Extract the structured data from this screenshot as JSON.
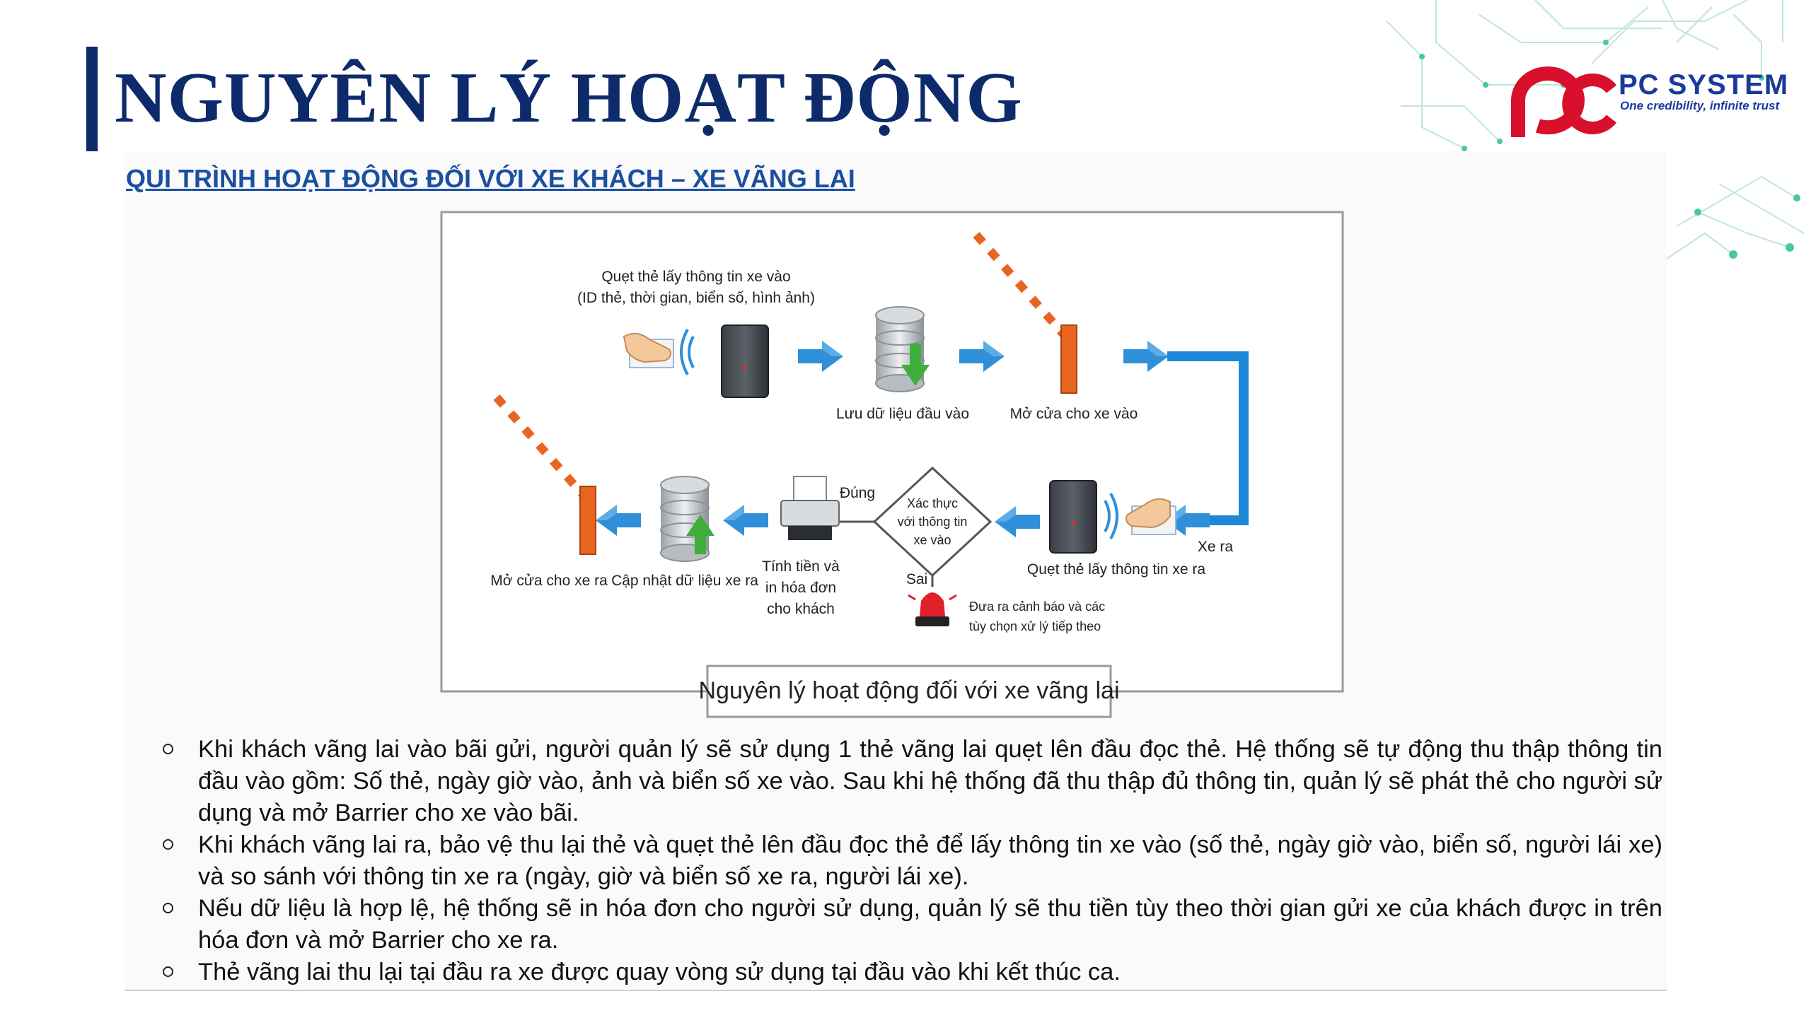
{
  "page": {
    "title": "NGUYÊN LÝ HOẠT ĐỘNG",
    "subtitle": "QUI TRÌNH HOẠT ĐỘNG ĐỐI VỚI XE KHÁCH – XE VÃNG LAI"
  },
  "logo": {
    "name": "PC SYSTEM",
    "tagline": "One credibility, infinite trust",
    "colors": {
      "mark": "#d8102c",
      "text": "#1a3a9c"
    }
  },
  "diagram": {
    "caption": "Nguyên lý hoạt động đối với xe vãng lai",
    "steps": {
      "swipe_in_line1": "Quẹt thẻ lấy thông tin xe vào",
      "swipe_in_line2": "(ID thẻ, thời gian, biển số, hình ảnh)",
      "store_input": "Lưu dữ liệu đầu vào",
      "open_gate_in": "Mở cửa cho xe vào",
      "vehicle_out": "Xe ra",
      "swipe_out": "Quẹt thẻ lấy thông tin xe ra",
      "verify_line1": "Xác thực",
      "verify_line2": "với thông tin",
      "verify_line3": "xe vào",
      "correct": "Đúng",
      "wrong": "Sai",
      "alert_line1": "Đưa ra cảnh báo và các",
      "alert_line2": "tùy chọn xử lý tiếp theo",
      "invoice_line1": "Tính tiền và",
      "invoice_line2": "in hóa đơn",
      "invoice_line3": "cho khách",
      "update_output": "Cập nhật dữ liệu xe ra",
      "open_gate_out": "Mở cửa cho xe ra"
    },
    "icons": [
      "hand-card-icon",
      "wireless-signal-icon",
      "card-reader-icon",
      "database-icon",
      "barrier-gate-icon",
      "printer-icon",
      "decision-diamond",
      "alarm-light-icon",
      "arrow-icon"
    ],
    "colors": {
      "arrow": "#2f8fd8",
      "connector": "#1e88d8",
      "barrier_stripe": "#e8651f",
      "db_down": "#3fae3a",
      "alarm": "#e0202a"
    }
  },
  "bullets": [
    "Khi khách vãng lai vào bãi gửi, người quản lý sẽ sử dụng 1 thẻ vãng lai quẹt lên đầu đọc thẻ. Hệ thống sẽ tự động thu thập thông tin đầu vào gồm: Số thẻ, ngày giờ vào, ảnh và biển số xe vào. Sau khi hệ thống đã thu thập đủ thông tin, quản lý sẽ phát thẻ cho người sử dụng và mở Barrier cho xe vào bãi.",
    "Khi khách vãng lai ra, bảo vệ thu lại thẻ và quẹt thẻ lên đầu đọc thẻ để lấy thông tin xe vào (số thẻ, ngày giờ vào, biển số, người lái xe) và so sánh với thông tin xe ra (ngày, giờ và biển số xe ra, người lái xe).",
    "Nếu dữ liệu là hợp lệ, hệ thống sẽ in hóa đơn cho người sử dụng, quản lý sẽ thu tiền tùy theo thời gian gửi xe của khách được in trên hóa đơn và mở Barrier cho xe ra.",
    "Thẻ vãng lai thu lại tại đầu ra xe được quay vòng sử dụng tại đầu vào khi kết thúc ca."
  ]
}
